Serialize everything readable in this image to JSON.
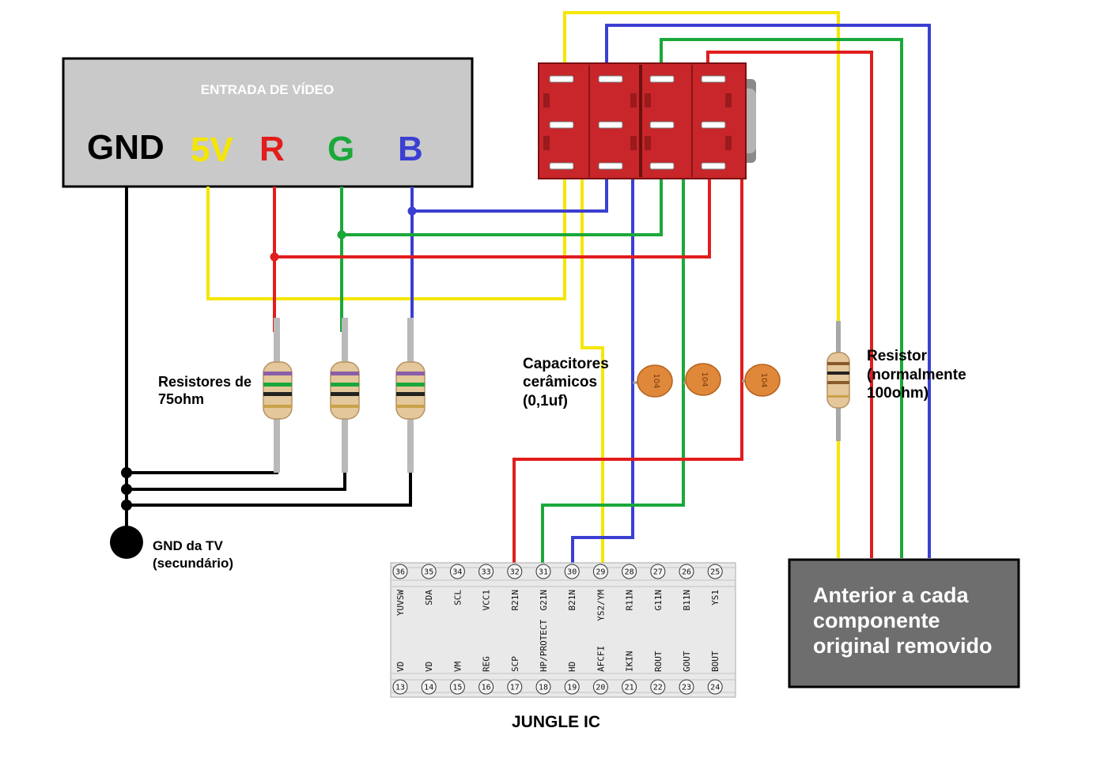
{
  "video_input": {
    "title": "ENTRADA DE VÍDEO",
    "pins": [
      {
        "label": "GND",
        "color": "#000000"
      },
      {
        "label": "5V",
        "color": "#f5e600"
      },
      {
        "label": "R",
        "color": "#e11d1d"
      },
      {
        "label": "G",
        "color": "#1aa83a"
      },
      {
        "label": "B",
        "color": "#3b3fd1"
      }
    ]
  },
  "labels": {
    "resistors_75": "Resistores de 75ohm",
    "capacitors": "Capacitores cerâmicos (0,1uf)",
    "resistor_100": "Resistor (normalmente 100ohm)",
    "gnd_tv": "GND da TV (secundário)",
    "jungle_ic": "JUNGLE IC",
    "original_box": "Anterior a cada componente original removido",
    "cap_code": "104"
  },
  "ic": {
    "top_pins": [
      {
        "num": "36",
        "name": "YUVSW"
      },
      {
        "num": "35",
        "name": "SDA"
      },
      {
        "num": "34",
        "name": "SCL"
      },
      {
        "num": "33",
        "name": "VCC1"
      },
      {
        "num": "32",
        "name": "R21N"
      },
      {
        "num": "31",
        "name": "G21N"
      },
      {
        "num": "30",
        "name": "B21N"
      },
      {
        "num": "29",
        "name": "YS2/YM"
      },
      {
        "num": "28",
        "name": "R11N"
      },
      {
        "num": "27",
        "name": "G11N"
      },
      {
        "num": "26",
        "name": "B11N"
      },
      {
        "num": "25",
        "name": "YS1"
      }
    ],
    "bottom_pins": [
      {
        "num": "13",
        "name": "VD"
      },
      {
        "num": "14",
        "name": "VD"
      },
      {
        "num": "15",
        "name": "VM"
      },
      {
        "num": "16",
        "name": "REG"
      },
      {
        "num": "17",
        "name": "SCP"
      },
      {
        "num": "18",
        "name": "HP/PROTECT"
      },
      {
        "num": "19",
        "name": "HD"
      },
      {
        "num": "20",
        "name": "AFCFI"
      },
      {
        "num": "21",
        "name": "IKIN"
      },
      {
        "num": "22",
        "name": "ROUT"
      },
      {
        "num": "23",
        "name": "GOUT"
      },
      {
        "num": "24",
        "name": "BOUT"
      }
    ]
  },
  "colors": {
    "yellow": "#f5e600",
    "red": "#e11d1d",
    "green": "#1aa83a",
    "blue": "#3b3fd1",
    "black": "#000000",
    "switch_body": "#c8262a",
    "box_gray": "#c9c9c9",
    "dark_box": "#6e6e6e"
  }
}
